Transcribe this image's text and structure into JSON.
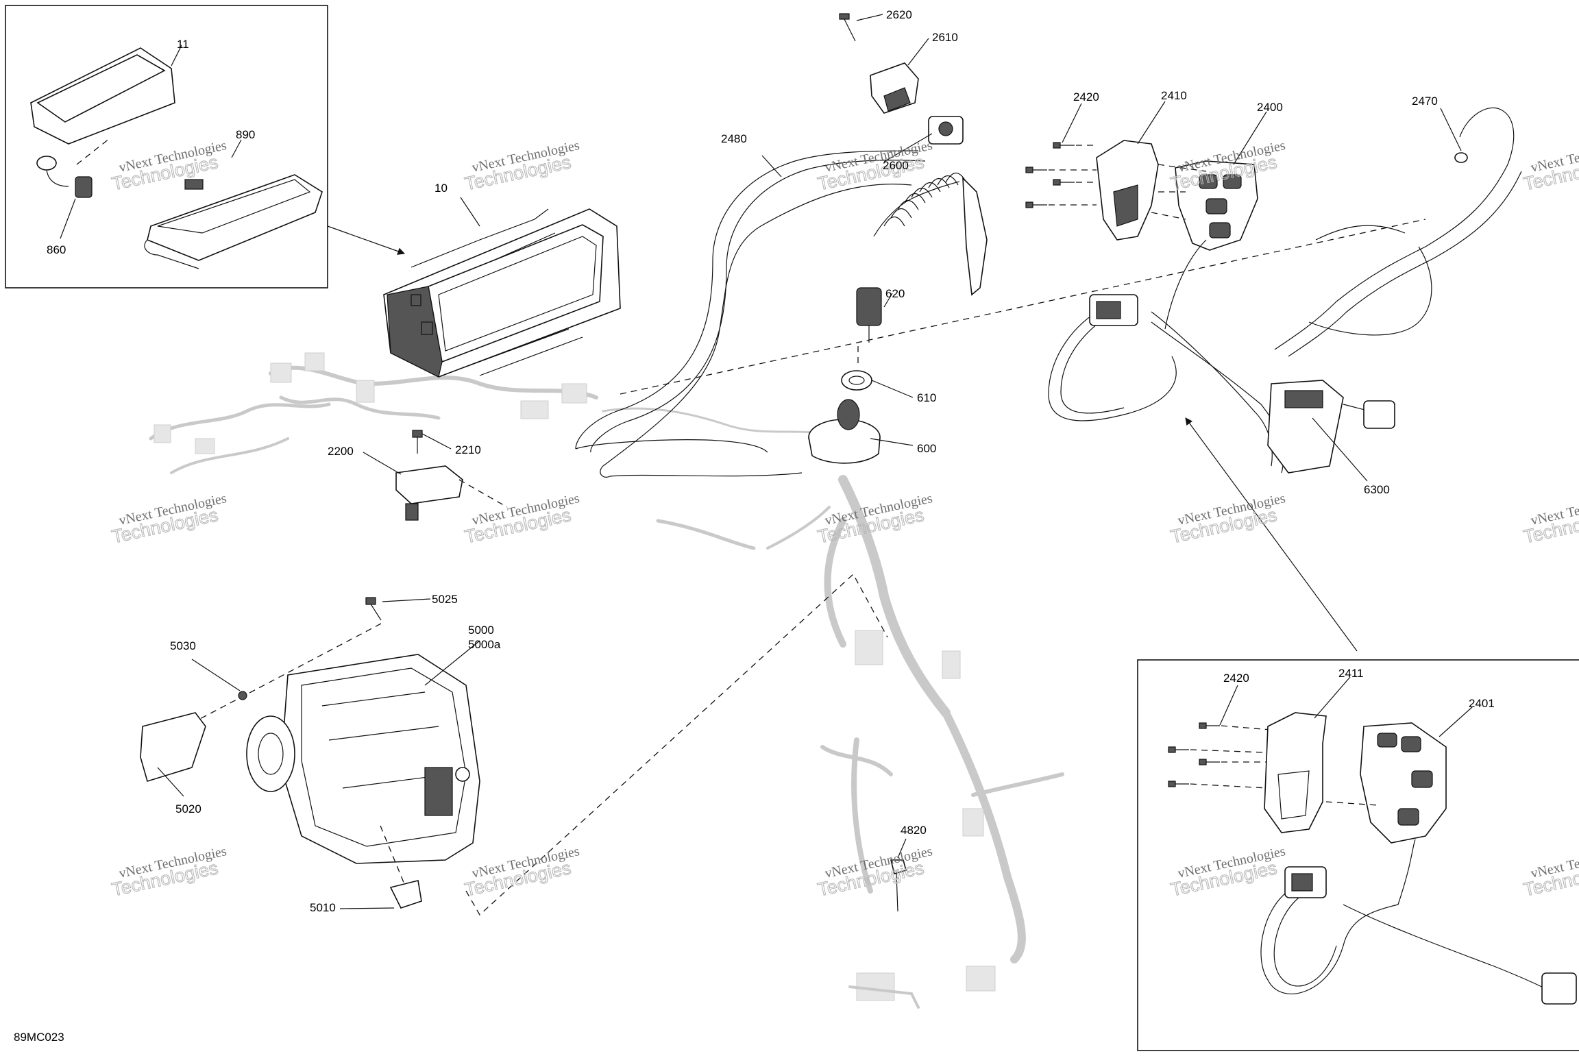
{
  "diagram": {
    "code": "89MC023",
    "part_labels": [
      "11",
      "890",
      "860",
      "10",
      "2620",
      "2610",
      "2600",
      "2480",
      "620",
      "610",
      "600",
      "2420",
      "2410",
      "2400",
      "2470",
      "6300",
      "2210",
      "2200",
      "5025",
      "5000",
      "5000a",
      "5030",
      "5020",
      "5010",
      "4820",
      "2420",
      "2411",
      "2401"
    ],
    "watermark": {
      "line1": "vNext Technologies",
      "line2": "Technologies"
    }
  }
}
